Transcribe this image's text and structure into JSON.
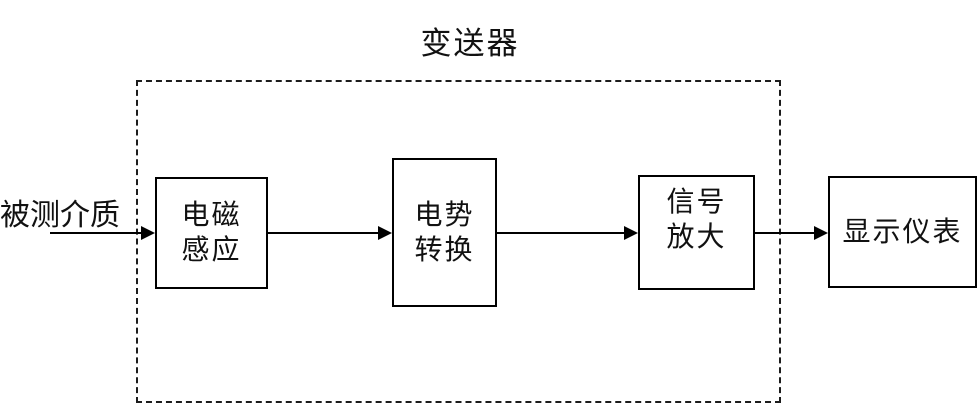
{
  "diagram": {
    "title": "变送器",
    "input_label": "被测介质",
    "blocks": [
      {
        "id": "electromagnetic-induction",
        "label": "电磁\n感应"
      },
      {
        "id": "potential-conversion",
        "label": "电势\n转换"
      },
      {
        "id": "signal-amplification",
        "label": "信号\n放大"
      },
      {
        "id": "display-instrument",
        "label": "显示仪表"
      }
    ],
    "flow": [
      "被测介质 → 电磁感应",
      "电磁感应 → 电势转换",
      "电势转换 → 信号放大",
      "信号放大 → 显示仪表"
    ],
    "colors": {
      "line": "#000000",
      "background": "#ffffff",
      "text": "#111111"
    }
  }
}
